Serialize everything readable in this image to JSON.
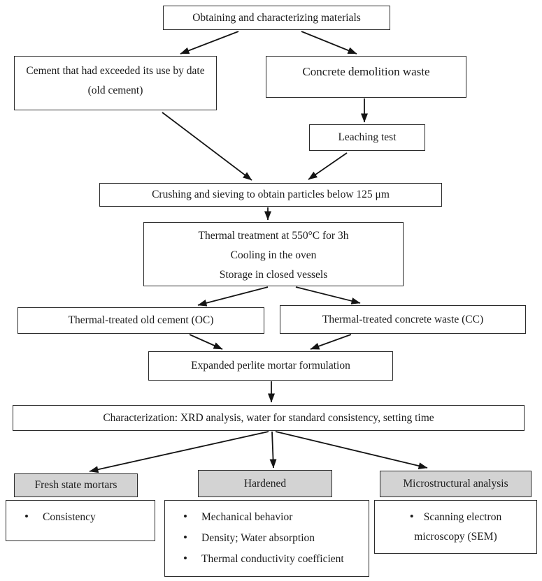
{
  "colors": {
    "bg": "#ffffff",
    "box_border": "#2b2b2b",
    "header_fill": "#d3d3d3",
    "arrow_color": "#141414",
    "text_color": "#1c1c1c"
  },
  "nodes": {
    "obtaining": {
      "label": "Obtaining and characterizing materials"
    },
    "old_cement": {
      "label": "Cement that had exceeded its use by date (old cement)"
    },
    "concrete_waste": {
      "label": "Concrete demolition waste"
    },
    "leaching": {
      "label": "Leaching test"
    },
    "crushing": {
      "label": "Crushing and sieving to obtain particles below 125 μm"
    },
    "thermal": {
      "lines": [
        "Thermal treatment at 550°C for 3h",
        "Cooling in the oven",
        "Storage in closed vessels"
      ]
    },
    "oc": {
      "label": "Thermal-treated old cement (OC)"
    },
    "cc": {
      "label": "Thermal-treated concrete waste (CC)"
    },
    "perlite": {
      "label": "Expanded perlite mortar formulation"
    },
    "characterization": {
      "label": "Characterization: XRD analysis, water for standard consistency, setting time"
    },
    "fresh_header": {
      "label": "Fresh state mortars"
    },
    "hardened_header": {
      "label": "Hardened"
    },
    "micro_header": {
      "label": "Microstructural analysis"
    },
    "fresh_items": [
      "Consistency"
    ],
    "hardened_items": [
      "Mechanical behavior",
      "Density; Water absorption",
      "Thermal conductivity coefficient"
    ],
    "micro_items": [
      "Scanning electron microscopy (SEM)"
    ]
  }
}
